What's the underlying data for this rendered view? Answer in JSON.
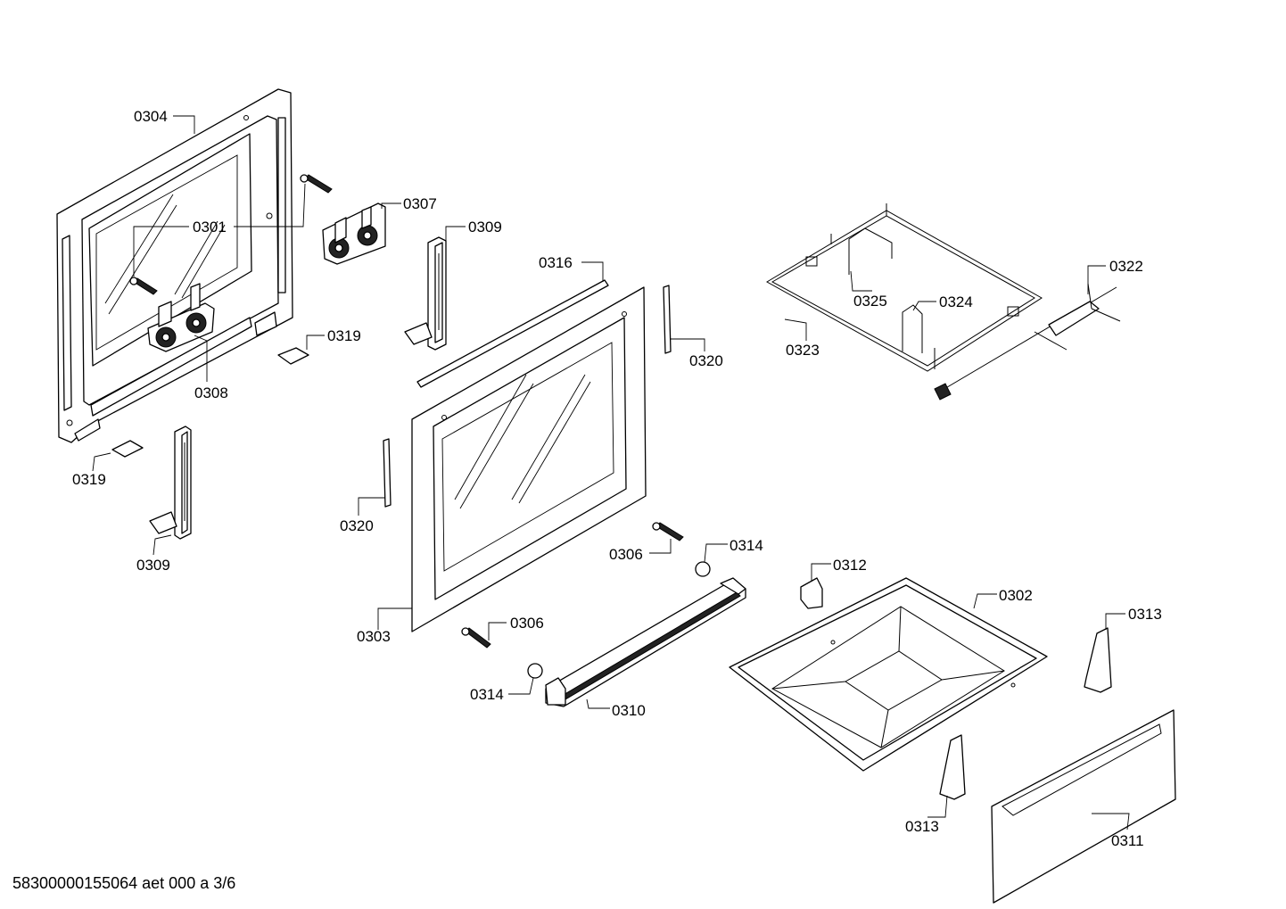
{
  "footer_code": "58300000155064 aet 000 a 3/6",
  "callouts": {
    "c0301": "0301",
    "c0302": "0302",
    "c0303": "0303",
    "c0304": "0304",
    "c0306a": "0306",
    "c0306b": "0306",
    "c0307": "0307",
    "c0308": "0308",
    "c0309a": "0309",
    "c0309b": "0309",
    "c0310": "0310",
    "c0311": "0311",
    "c0312": "0312",
    "c0313a": "0313",
    "c0313b": "0313",
    "c0314a": "0314",
    "c0314b": "0314",
    "c0316": "0316",
    "c0319a": "0319",
    "c0319b": "0319",
    "c0320a": "0320",
    "c0320b": "0320",
    "c0322": "0322",
    "c0323": "0323",
    "c0324": "0324",
    "c0325": "0325"
  }
}
